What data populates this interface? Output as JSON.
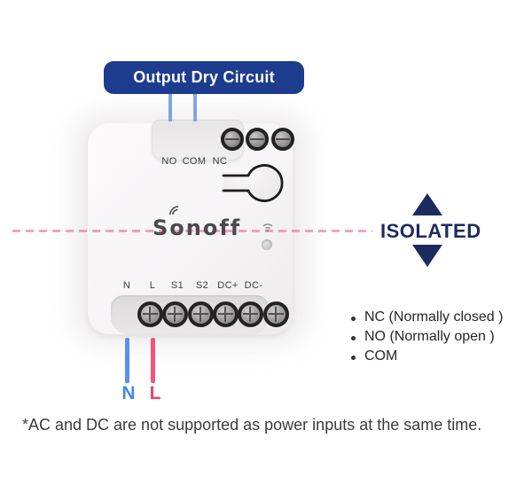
{
  "badge": {
    "label": "Output Dry Circuit"
  },
  "device": {
    "brand_logo": "Sonoff",
    "top_terminals": [
      "NO",
      "COM",
      "NC"
    ],
    "bottom_terminals": [
      "N",
      "L",
      "S1",
      "S2",
      "DC+",
      "DC-"
    ]
  },
  "isolation": {
    "label": "ISOLATED"
  },
  "legend": {
    "items": [
      "NC (Normally closed )",
      "NO (Normally open )",
      "COM"
    ]
  },
  "wiring": {
    "neutral_label": "N",
    "live_label": "L"
  },
  "footnote": "*AC and DC are not supported as power inputs at the same time.",
  "colors": {
    "badge_blue": "#1e3c8e",
    "navy": "#1c2b5e",
    "connector_blue": "#7ea6e0",
    "neutral_blue": "#4189f4",
    "live_pink": "#f43f6c",
    "dash_pink": "#ee84a0"
  }
}
